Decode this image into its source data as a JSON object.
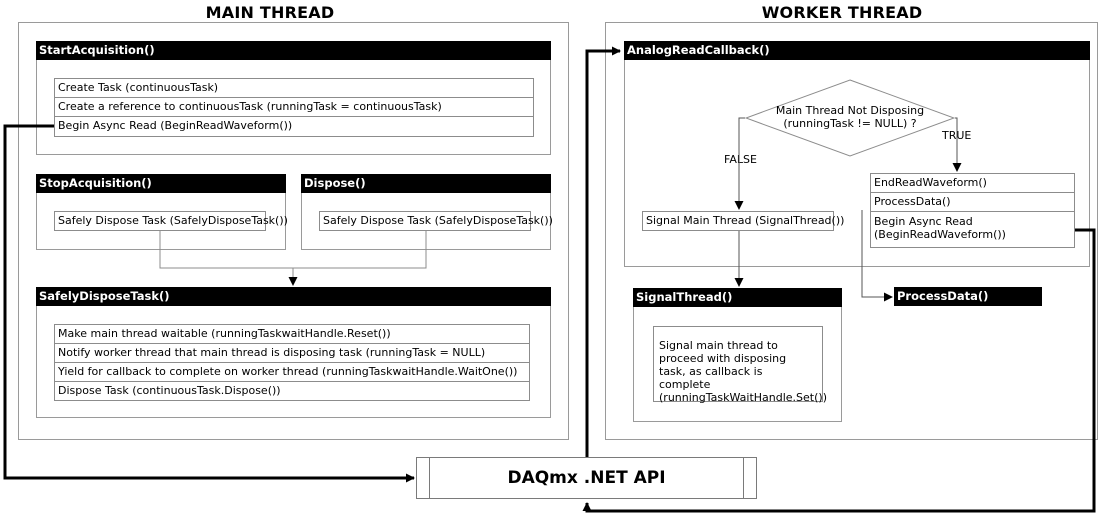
{
  "main_thread": {
    "title": "MAIN THREAD",
    "start_acquisition": {
      "title": "StartAcquisition()",
      "steps": [
        "Create Task (continuousTask)",
        "Create a reference to continuousTask (runningTask = continuousTask)",
        "Begin Async Read (BeginReadWaveform())"
      ]
    },
    "stop_acquisition": {
      "title": "StopAcquisition()",
      "step": "Safely Dispose Task (SafelyDisposeTask())"
    },
    "dispose": {
      "title": "Dispose()",
      "step": "Safely Dispose Task (SafelyDisposeTask())"
    },
    "safely_dispose_task": {
      "title": "SafelyDisposeTask()",
      "steps": [
        "Make main thread waitable (runningTaskwaitHandle.Reset())",
        "Notify worker thread that main thread is disposing task (runningTask = NULL)",
        "Yield for callback to complete on worker thread (runningTaskwaitHandle.WaitOne())",
        "Dispose Task (continuousTask.Dispose())"
      ]
    }
  },
  "worker_thread": {
    "title": "WORKER THREAD",
    "analog_read_callback": {
      "title": "AnalogReadCallback()",
      "decision_line1": "Main Thread Not Disposing",
      "decision_line2": "(runningTask != NULL) ?",
      "false_label": "FALSE",
      "true_label": "TRUE",
      "signal_step": "Signal Main Thread (SignalThread())",
      "true_steps": {
        "end_read": "EndReadWaveform()",
        "process": "ProcessData()",
        "begin_line1": "Begin Async Read",
        "begin_line2": "(BeginReadWaveform())"
      }
    },
    "signal_thread": {
      "title": "SignalThread()",
      "description": "Signal main thread to proceed with disposing task, as callback is complete (runningTaskWaitHandle.Set())"
    },
    "process_data": {
      "title": "ProcessData()"
    }
  },
  "api": {
    "title": "DAQmx .NET API"
  }
}
